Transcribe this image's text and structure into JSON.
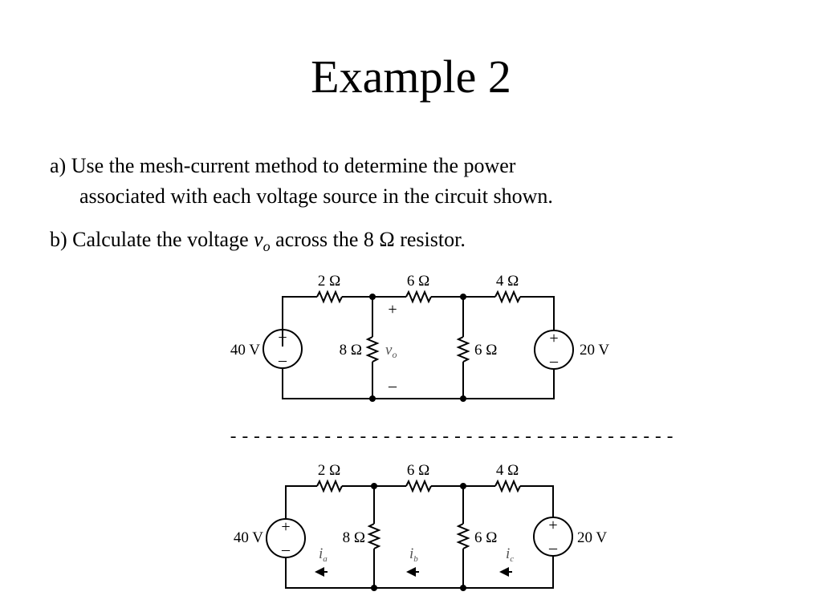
{
  "title": "Example 2",
  "part_a": {
    "prefix": "a) ",
    "line1": "Use the mesh-current method to determine the power",
    "line2": "associated with each voltage source in the circuit shown."
  },
  "part_b": {
    "before": "b) Calculate the voltage ",
    "var": "v",
    "sub": "o",
    "after": " across the 8 Ω resistor."
  },
  "separator": "--------------------------------------",
  "circuit1": {
    "r_top_left": "2 Ω",
    "r_top_mid": "6 Ω",
    "r_top_right": "4 Ω",
    "r_mid_left": "8 Ω",
    "r_mid_right": "6 Ω",
    "v_left": "40 V",
    "v_right": "20 V",
    "vo_label": "v",
    "vo_sub": "o",
    "plus": "+",
    "minus": "–"
  },
  "circuit2": {
    "r_top_left": "2 Ω",
    "r_top_mid": "6 Ω",
    "r_top_right": "4 Ω",
    "r_mid_left": "8 Ω",
    "r_mid_right": "6 Ω",
    "v_left": "40 V",
    "v_right": "20 V",
    "ia": "i",
    "ia_sub": "a",
    "ib": "i",
    "ib_sub": "b",
    "ic": "i",
    "ic_sub": "c",
    "plus": "+",
    "minus": "–"
  }
}
